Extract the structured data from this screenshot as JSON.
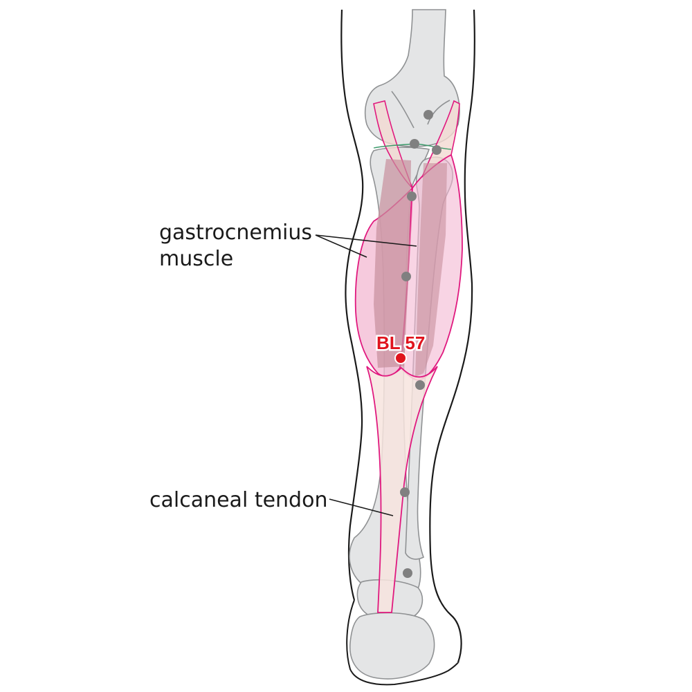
{
  "labels": {
    "gastrocnemius_line1": "gastrocnemius",
    "gastrocnemius_line2": "muscle",
    "calcaneal_tendon": "calcaneal tendon"
  },
  "acupoint": {
    "name": "BL 57",
    "color": "#e0141e"
  },
  "colors": {
    "outline": "#1a1a1a",
    "bone": "#e4e5e6",
    "bone_stroke": "#8f9193",
    "muscle_fill": "#f3b8d2",
    "muscle_stroke": "#e0187e",
    "tendon_fill": "#f2d9d2",
    "inner_band": "#c8909c",
    "reference_dot": "#808080",
    "knee_line": "#3a9a6a"
  },
  "icons": {
    "acupoint_marker": "red-dot-icon",
    "reference_marker": "gray-dot-icon"
  }
}
